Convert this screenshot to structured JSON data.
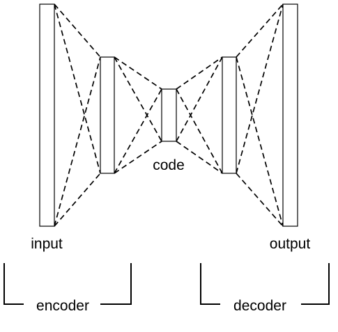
{
  "labels": {
    "input": "input",
    "code": "code",
    "output": "output",
    "encoder": "encoder",
    "decoder": "decoder"
  },
  "colors": {
    "line": "#000000",
    "background": "#ffffff"
  }
}
